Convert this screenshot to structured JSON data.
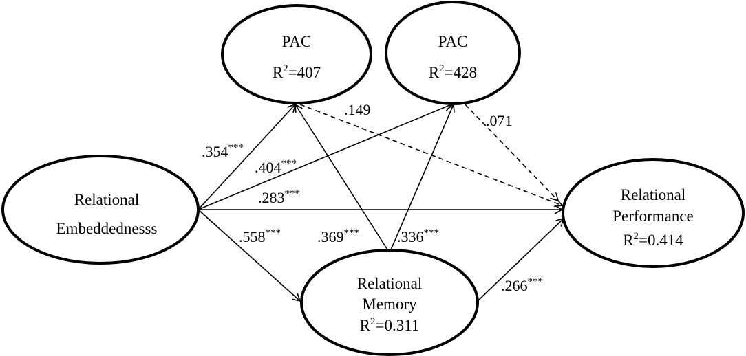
{
  "nodes": {
    "pac1": {
      "label": "PAC",
      "r2_prefix": "R",
      "r2_exp": "2",
      "r2_value": "=407"
    },
    "pac2": {
      "label": "PAC",
      "r2_prefix": "R",
      "r2_exp": "2",
      "r2_value": "=428"
    },
    "embeddedness": {
      "line1": "Relational",
      "line2": "Embeddednesss"
    },
    "memory": {
      "line1": "Relational",
      "line2": "Memory",
      "r2_prefix": "R",
      "r2_exp": "2",
      "r2_value": "=0.311"
    },
    "performance": {
      "line1": "Relational",
      "line2": "Performance",
      "r2_prefix": "R",
      "r2_exp": "2",
      "r2_value": "=0.414"
    }
  },
  "edges": {
    "emb_pac1": {
      "coef": ".354",
      "sig": "***"
    },
    "emb_pac2": {
      "coef": ".404",
      "sig": "***"
    },
    "emb_perf": {
      "coef": ".283",
      "sig": "***"
    },
    "emb_mem": {
      "coef": ".558",
      "sig": "***"
    },
    "mem_pac1": {
      "coef": ".369",
      "sig": "***"
    },
    "mem_pac2": {
      "coef": ".336",
      "sig": "***"
    },
    "pac1_perf": {
      "coef": ".149",
      "sig": ""
    },
    "pac2_perf": {
      "coef": ".071",
      "sig": ""
    },
    "mem_perf": {
      "coef": ".266",
      "sig": "***"
    }
  }
}
